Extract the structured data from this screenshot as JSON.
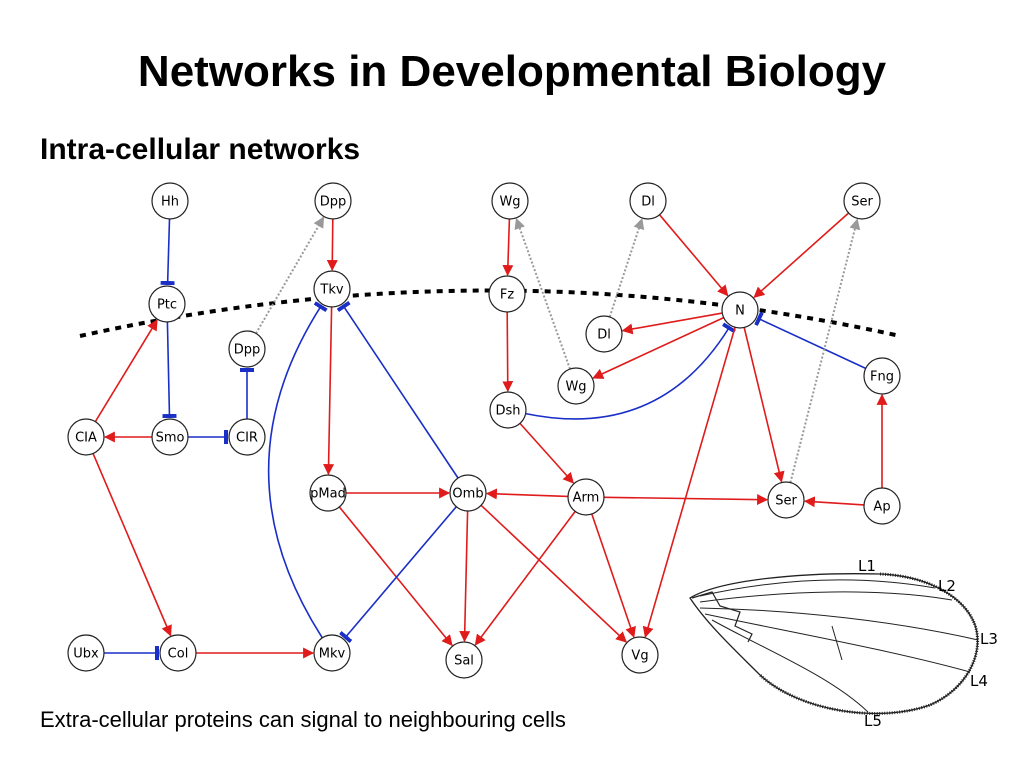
{
  "slide": {
    "title": "Networks in Developmental Biology",
    "subtitle": "Intra-cellular networks",
    "caption": "Extra-cellular proteins can signal to neighbouring cells"
  },
  "colors": {
    "activation": "#e01b1b",
    "inhibition": "#1a2fc8",
    "extracellular": "#999999",
    "membrane": "#000000"
  },
  "nodes": [
    {
      "id": "Hh",
      "label": "Hh"
    },
    {
      "id": "Ptc",
      "label": "Ptc"
    },
    {
      "id": "Smo",
      "label": "Smo"
    },
    {
      "id": "CIA",
      "label": "CIA"
    },
    {
      "id": "CIR",
      "label": "CIR"
    },
    {
      "id": "Dpp_in",
      "label": "Dpp"
    },
    {
      "id": "Dpp_top",
      "label": "Dpp"
    },
    {
      "id": "Tkv",
      "label": "Tkv"
    },
    {
      "id": "pMad",
      "label": "pMad"
    },
    {
      "id": "Omb",
      "label": "Omb"
    },
    {
      "id": "Mkv",
      "label": "Mkv"
    },
    {
      "id": "Sal",
      "label": "Sal"
    },
    {
      "id": "Ubx",
      "label": "Ubx"
    },
    {
      "id": "Col",
      "label": "Col"
    },
    {
      "id": "Wg_top",
      "label": "Wg"
    },
    {
      "id": "Fz",
      "label": "Fz"
    },
    {
      "id": "Dsh",
      "label": "Dsh"
    },
    {
      "id": "Wg_in",
      "label": "Wg"
    },
    {
      "id": "Arm",
      "label": "Arm"
    },
    {
      "id": "Vg",
      "label": "Vg"
    },
    {
      "id": "Dl_top",
      "label": "Dl"
    },
    {
      "id": "Dl_in",
      "label": "Dl"
    },
    {
      "id": "N",
      "label": "N"
    },
    {
      "id": "Ser_top",
      "label": "Ser"
    },
    {
      "id": "Ser_in",
      "label": "Ser"
    },
    {
      "id": "Fng",
      "label": "Fng"
    },
    {
      "id": "Ap",
      "label": "Ap"
    }
  ],
  "edges": [
    {
      "from": "Hh",
      "to": "Ptc",
      "type": "inhibit"
    },
    {
      "from": "Ptc",
      "to": "Smo",
      "type": "inhibit"
    },
    {
      "from": "Smo",
      "to": "CIA",
      "type": "activate"
    },
    {
      "from": "Smo",
      "to": "CIR",
      "type": "inhibit"
    },
    {
      "from": "CIR",
      "to": "Dpp_in",
      "type": "inhibit"
    },
    {
      "from": "CIA",
      "to": "Ptc",
      "type": "activate"
    },
    {
      "from": "CIA",
      "to": "Col",
      "type": "activate"
    },
    {
      "from": "Ubx",
      "to": "Col",
      "type": "inhibit"
    },
    {
      "from": "Col",
      "to": "Mkv",
      "type": "activate"
    },
    {
      "from": "Dpp_in",
      "to": "Dpp_top",
      "type": "signal"
    },
    {
      "from": "Dpp_top",
      "to": "Tkv",
      "type": "activate"
    },
    {
      "from": "Tkv",
      "to": "pMad",
      "type": "activate"
    },
    {
      "from": "Mkv",
      "to": "Tkv",
      "type": "inhibit"
    },
    {
      "from": "Omb",
      "to": "Tkv",
      "type": "inhibit"
    },
    {
      "from": "pMad",
      "to": "Omb",
      "type": "activate"
    },
    {
      "from": "pMad",
      "to": "Sal",
      "type": "activate"
    },
    {
      "from": "Omb",
      "to": "Mkv",
      "type": "inhibit"
    },
    {
      "from": "Omb",
      "to": "Sal",
      "type": "activate"
    },
    {
      "from": "Omb",
      "to": "Vg",
      "type": "activate"
    },
    {
      "from": "Wg_top",
      "to": "Fz",
      "type": "activate"
    },
    {
      "from": "Fz",
      "to": "Dsh",
      "type": "activate"
    },
    {
      "from": "Wg_in",
      "to": "Wg_top",
      "type": "signal"
    },
    {
      "from": "Dsh",
      "to": "Arm",
      "type": "activate"
    },
    {
      "from": "Dsh",
      "to": "N",
      "type": "inhibit"
    },
    {
      "from": "Arm",
      "to": "Omb",
      "type": "activate"
    },
    {
      "from": "Arm",
      "to": "Sal",
      "type": "activate"
    },
    {
      "from": "Arm",
      "to": "Vg",
      "type": "activate"
    },
    {
      "from": "Arm",
      "to": "Ser_in",
      "type": "activate"
    },
    {
      "from": "Dl_top",
      "to": "N",
      "type": "activate"
    },
    {
      "from": "Ser_top",
      "to": "N",
      "type": "activate"
    },
    {
      "from": "Dl_in",
      "to": "Dl_top",
      "type": "signal"
    },
    {
      "from": "N",
      "to": "Dl_in",
      "type": "activate"
    },
    {
      "from": "N",
      "to": "Wg_in",
      "type": "activate"
    },
    {
      "from": "N",
      "to": "Ser_in",
      "type": "activate"
    },
    {
      "from": "N",
      "to": "Vg",
      "type": "activate"
    },
    {
      "from": "Fng",
      "to": "N",
      "type": "inhibit"
    },
    {
      "from": "Ser_in",
      "to": "Ser_top",
      "type": "signal"
    },
    {
      "from": "Ap",
      "to": "Ser_in",
      "type": "activate"
    },
    {
      "from": "Ap",
      "to": "Fng",
      "type": "activate"
    }
  ],
  "wing": {
    "veins": [
      "L1",
      "L2",
      "L3",
      "L4",
      "L5"
    ]
  }
}
